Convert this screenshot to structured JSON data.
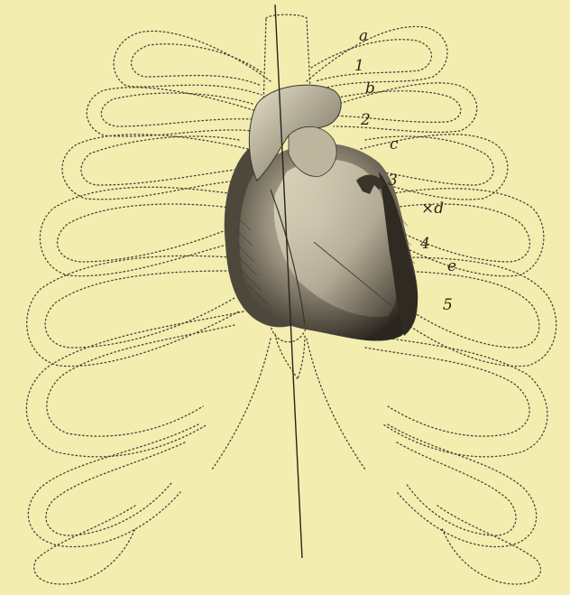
{
  "colors": {
    "background": "#f3eeb0",
    "rib_outline": "#4a4236",
    "heart_fill": "#8a8272",
    "heart_dark": "#2f2a22",
    "midline": "#2a2418"
  },
  "labels": {
    "a": "a",
    "n1": "1",
    "b": "b",
    "n2": "2",
    "c": "c",
    "n3": "3",
    "d": "×d",
    "n4": "4",
    "e": "e",
    "n5": "5"
  }
}
